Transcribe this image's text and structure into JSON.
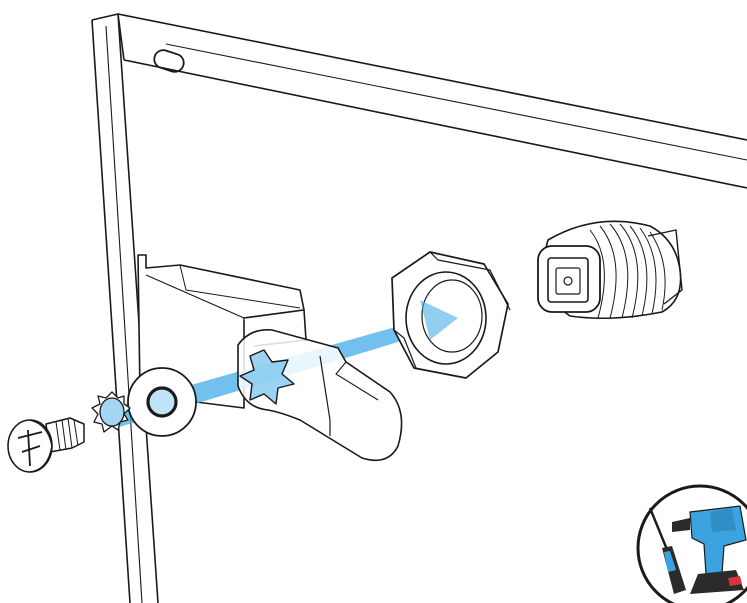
{
  "diagram": {
    "type": "exploded-assembly-illustration",
    "parts": [
      {
        "id": "screw",
        "icon": "phillips-pan-head-screw-icon"
      },
      {
        "id": "lock-washer",
        "icon": "external-tooth-lock-washer-icon"
      },
      {
        "id": "flat-washer",
        "icon": "flat-washer-icon"
      },
      {
        "id": "cam-lever",
        "icon": "cam-lever-arm-icon"
      },
      {
        "id": "hex-nut",
        "icon": "hex-nut-icon"
      },
      {
        "id": "cam-lock-cylinder",
        "icon": "threaded-cam-lock-icon"
      }
    ],
    "tools_badge": {
      "icons": [
        "screwdriver-icon",
        "cordless-drill-icon"
      ]
    },
    "colors": {
      "line": "#1a1a1a",
      "assembly_arrow": "#4aaee8",
      "tool_blue": "#3ba3df",
      "tool_dark": "#2b2b2b",
      "tool_red": "#d9333f"
    }
  }
}
